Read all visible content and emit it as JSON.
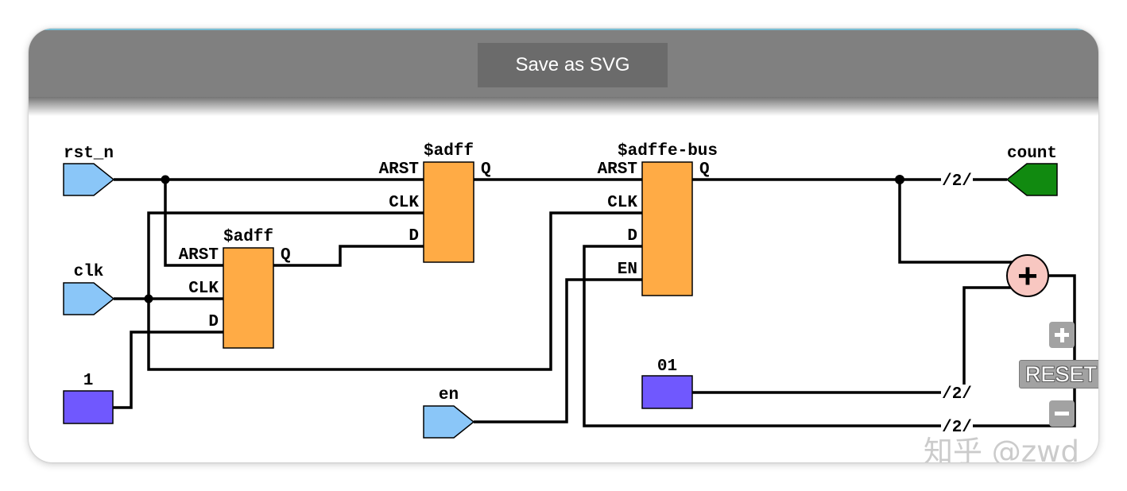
{
  "toolbar": {
    "save_button": "Save as SVG"
  },
  "schematic": {
    "inputs": [
      {
        "name": "rst_n"
      },
      {
        "name": "clk"
      },
      {
        "name": "en"
      }
    ],
    "outputs": [
      {
        "name": "count"
      }
    ],
    "constants": [
      {
        "value": "1"
      },
      {
        "value": "01"
      }
    ],
    "cells": [
      {
        "type": "$adff",
        "inputs": [
          "ARST",
          "CLK",
          "D"
        ],
        "outputs": [
          "Q"
        ]
      },
      {
        "type": "$adff",
        "inputs": [
          "ARST",
          "CLK",
          "D"
        ],
        "outputs": [
          "Q"
        ]
      },
      {
        "type": "$adffe-bus",
        "inputs": [
          "ARST",
          "CLK",
          "D",
          "EN"
        ],
        "outputs": [
          "Q"
        ]
      }
    ],
    "adder": {
      "symbol": "+"
    },
    "bus_width_labels": [
      "/2/",
      "/2/",
      "/2/"
    ]
  },
  "zoom_controls": {
    "zoom_in_icon": "plus-icon",
    "reset": "RESET",
    "zoom_out_icon": "minus-icon"
  },
  "watermark": "知乎 @zwd",
  "colors": {
    "header": "#808080",
    "button": "#6b6b6b",
    "input_port": "#8ac6f8",
    "output_port": "#118a10",
    "constant": "#7058fe",
    "flipflop": "#ffab45",
    "adder": "#f8c7c1",
    "wire": "#000000",
    "zoom_button": "#a2a2a2",
    "accent_line": "#79bdd3"
  }
}
